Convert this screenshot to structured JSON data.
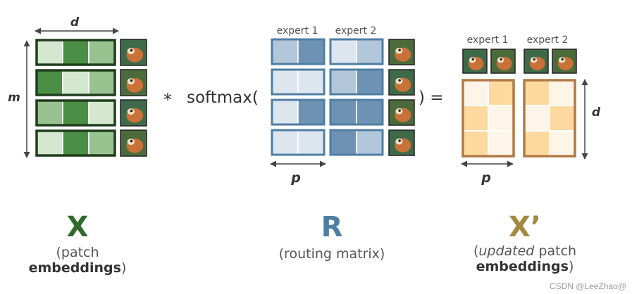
{
  "colors": {
    "green_dark": "#2f6b2a",
    "green_mid": "#4a8f45",
    "green_light": "#98c28f",
    "green_pale": "#d4e8cf",
    "blue_dark": "#4f7ea3",
    "blue_mid": "#6d92b3",
    "blue_light": "#b3c7da",
    "blue_pale": "#dde6ef",
    "orange_border": "#b07a45",
    "orange_fill": "#fdd9a0",
    "orange_pale": "#fff4e8",
    "arrow": "#444444"
  },
  "diagram": {
    "x_matrix": {
      "dim_top": "d",
      "dim_left": "m",
      "rows": [
        [
          "pale",
          "mid",
          "light"
        ],
        [
          "mid",
          "pale",
          "light"
        ],
        [
          "light",
          "mid",
          "pale"
        ],
        [
          "pale",
          "mid",
          "light"
        ]
      ]
    },
    "operator_multiply": "*",
    "softmax_open": "softmax(",
    "r_matrix": {
      "expert_labels": [
        "expert 1",
        "expert 2"
      ],
      "dim_bottom": "p",
      "expert1_rows": [
        [
          "light",
          "mid"
        ],
        [
          "pale",
          "pale"
        ],
        [
          "pale",
          "mid"
        ],
        [
          "pale",
          "pale"
        ]
      ],
      "expert2_rows": [
        [
          "pale",
          "light"
        ],
        [
          "light",
          "mid"
        ],
        [
          "mid",
          "mid"
        ],
        [
          "mid",
          "light"
        ]
      ]
    },
    "softmax_close": ") =",
    "x_prime_matrix": {
      "expert_labels": [
        "expert 1",
        "expert 2"
      ],
      "dim_right": "d",
      "dim_bottom": "p",
      "expert1_rows": [
        [
          "pale",
          "fill"
        ],
        [
          "fill",
          "pale"
        ],
        [
          "fill",
          "pale"
        ]
      ],
      "expert2_rows": [
        [
          "fill",
          "pale"
        ],
        [
          "pale",
          "fill"
        ],
        [
          "fill",
          "pale"
        ]
      ]
    }
  },
  "captions": {
    "x": {
      "symbol": "X",
      "line1": "(patch",
      "line2_bold": "embeddings",
      "line2_end": ")"
    },
    "r": {
      "symbol": "R",
      "line1": "(routing matrix)"
    },
    "xp": {
      "symbol": "X’",
      "line1_open": "(",
      "line1_italic": "updated",
      "line1_rest": " patch",
      "line2_bold": "embeddings",
      "line2_end": ")"
    }
  },
  "watermark": "CSDN @LeeZhao@"
}
